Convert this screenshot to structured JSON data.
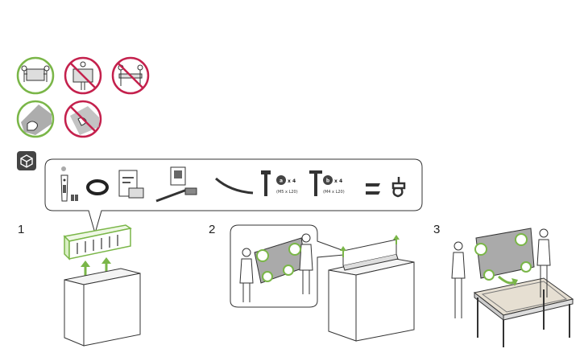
{
  "steps": [
    {
      "number": "1"
    },
    {
      "number": "2"
    },
    {
      "number": "3"
    }
  ],
  "components": {
    "screw_a": {
      "letter": "a",
      "qty": "x 4",
      "spec": "(M5 x L20)"
    },
    "screw_b": {
      "letter": "b",
      "qty": "x 4",
      "spec": "(M4 x L20)"
    }
  },
  "colors": {
    "ok": "#7ab648",
    "prohibited": "#c4214d",
    "line": "#333333",
    "fill": "#f2f2f2"
  },
  "icons": {
    "handling": [
      "ok-carry-icon",
      "prohibited-carry-icon",
      "prohibited-carry-icon",
      "ok-hand-icon",
      "prohibited-touch-icon"
    ],
    "header": "box-contents-icon"
  }
}
